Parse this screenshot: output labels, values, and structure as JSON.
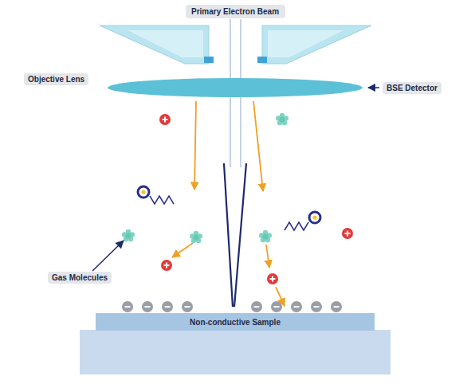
{
  "diagram": {
    "nodes": [
      {
        "text": [
          "Primary Electron Beam"
        ]
      },
      {
        "text": [
          "Non-conductive Sample"
        ]
      }
    ],
    "labels": [
      "Objective Lens",
      "BSE Detector",
      "Gas Molecules"
    ]
  }
}
